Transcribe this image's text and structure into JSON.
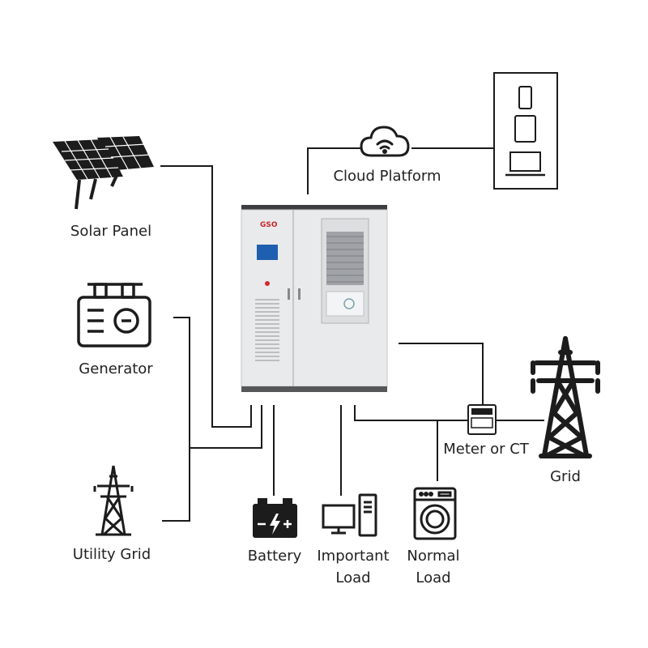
{
  "diagram": {
    "nodes": {
      "solar": {
        "label": "Solar Panel",
        "icon": "solar-panel-icon"
      },
      "generator": {
        "label": "Generator",
        "icon": "generator-icon"
      },
      "utility": {
        "label": "Utility Grid",
        "icon": "transmission-tower-icon"
      },
      "cloud": {
        "label": "Cloud Platform",
        "icon": "cloud-wifi-icon"
      },
      "devices": {
        "icons": [
          "smartphone-icon",
          "tablet-icon",
          "laptop-icon"
        ]
      },
      "cabinet": {
        "logo": "GSO",
        "icon": "energy-storage-cabinet-icon"
      },
      "meter": {
        "label": "Meter or CT",
        "icon": "meter-icon"
      },
      "grid": {
        "label": "Grid",
        "icon": "transmission-tower-icon"
      },
      "battery": {
        "label": "Battery",
        "icon": "battery-icon"
      },
      "important_load": {
        "label_line1": "Important",
        "label_line2": "Load",
        "icon": "desktop-computer-icon"
      },
      "normal_load": {
        "label_line1": "Normal",
        "label_line2": "Load",
        "icon": "washing-machine-icon"
      }
    },
    "colors": {
      "line": "#1a1a1a",
      "cabinet_body": "#e9eaeb",
      "cabinet_top": "#3b3d40",
      "screen": "#1f5fb0",
      "red_button": "#d42a2a",
      "logo_accent": "#c8242b"
    }
  }
}
